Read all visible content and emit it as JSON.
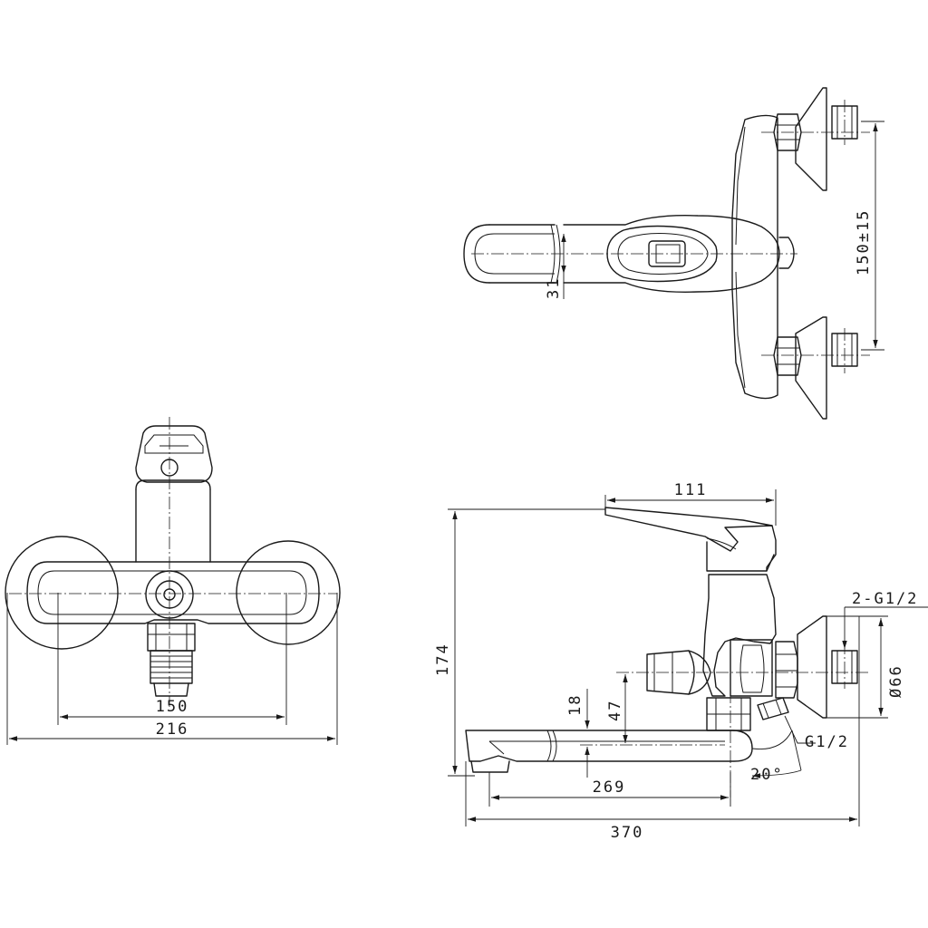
{
  "front_view": {
    "dim_inner_width": "150",
    "dim_outer_width": "216"
  },
  "top_view": {
    "dim_handle_width": "31",
    "dim_inlet_spacing": "150±15"
  },
  "side_view": {
    "dim_handle_length": "111",
    "dim_height": "174",
    "dim_inlet_thread": "2-G1/2",
    "dim_flange_diameter": "Ø66",
    "dim_spout_offset": "18",
    "dim_diverter_height": "47",
    "dim_outlet_thread": "G1/2",
    "dim_angle": "20°",
    "dim_spout_reach": "269",
    "dim_total_length": "370"
  },
  "colors": {
    "line": "#1a1a1a",
    "background": "#ffffff"
  }
}
